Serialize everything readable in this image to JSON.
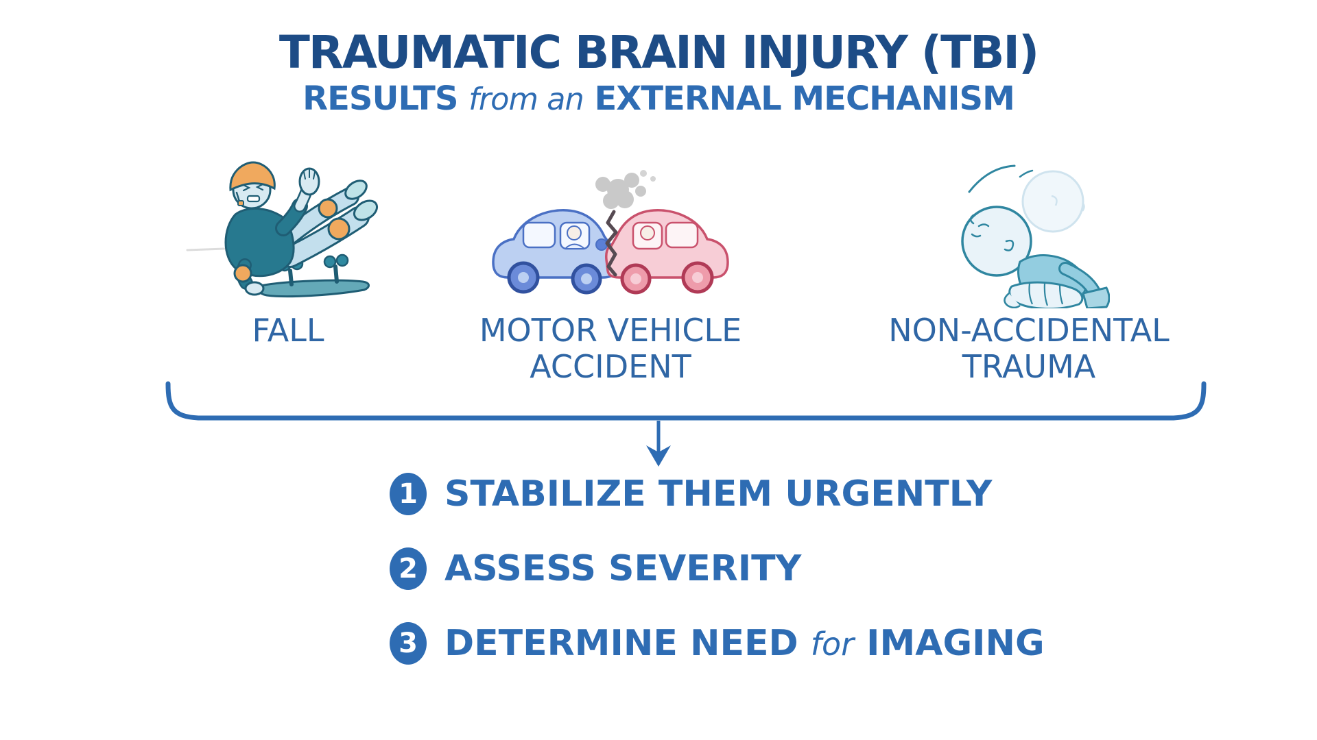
{
  "title": "TRAUMATIC BRAIN INJURY (TBI)",
  "subtitle": {
    "pre": "RESULTS",
    "script": "from an",
    "post": "EXTERNAL MECHANISM"
  },
  "causes": [
    {
      "id": "fall",
      "line1": "FALL",
      "line2": "",
      "illustration": "skateboarder-falling"
    },
    {
      "id": "motor-vehicle-accident",
      "line1": "MOTOR VEHICLE",
      "line2": "ACCIDENT",
      "illustration": "two-car-collision"
    },
    {
      "id": "non-accidental-trauma",
      "line1": "NON-ACCIDENTAL",
      "line2": "TRAUMA",
      "illustration": "infant-being-shaken"
    }
  ],
  "steps": [
    {
      "number": "1",
      "text": "STABILIZE THEM URGENTLY"
    },
    {
      "number": "2",
      "text": "ASSESS SEVERITY"
    },
    {
      "number": "3",
      "pre": "DETERMINE NEED",
      "script": "for",
      "post": "IMAGING"
    }
  ],
  "colors": {
    "title_blue": "#1d4c86",
    "accent_blue": "#2e6cb3",
    "label_blue": "#2f66a5",
    "outline_dark": "#1f5d74",
    "orange": "#f0a95e",
    "shirt_teal": "#27798f",
    "skin_blue": "#d8eaf2",
    "pants_blue": "#c3dfed",
    "board_teal": "#64a9b8",
    "car_blue_fill": "#bcd0f2",
    "car_blue_line": "#4a70c4",
    "car_red_fill": "#f7cdd6",
    "car_red_line": "#c9516c",
    "smoke_gray": "#c9c9c9",
    "baby_fill": "#e9f3f9",
    "baby_line": "#2f86a0",
    "onesie_fill": "#93cde0"
  }
}
